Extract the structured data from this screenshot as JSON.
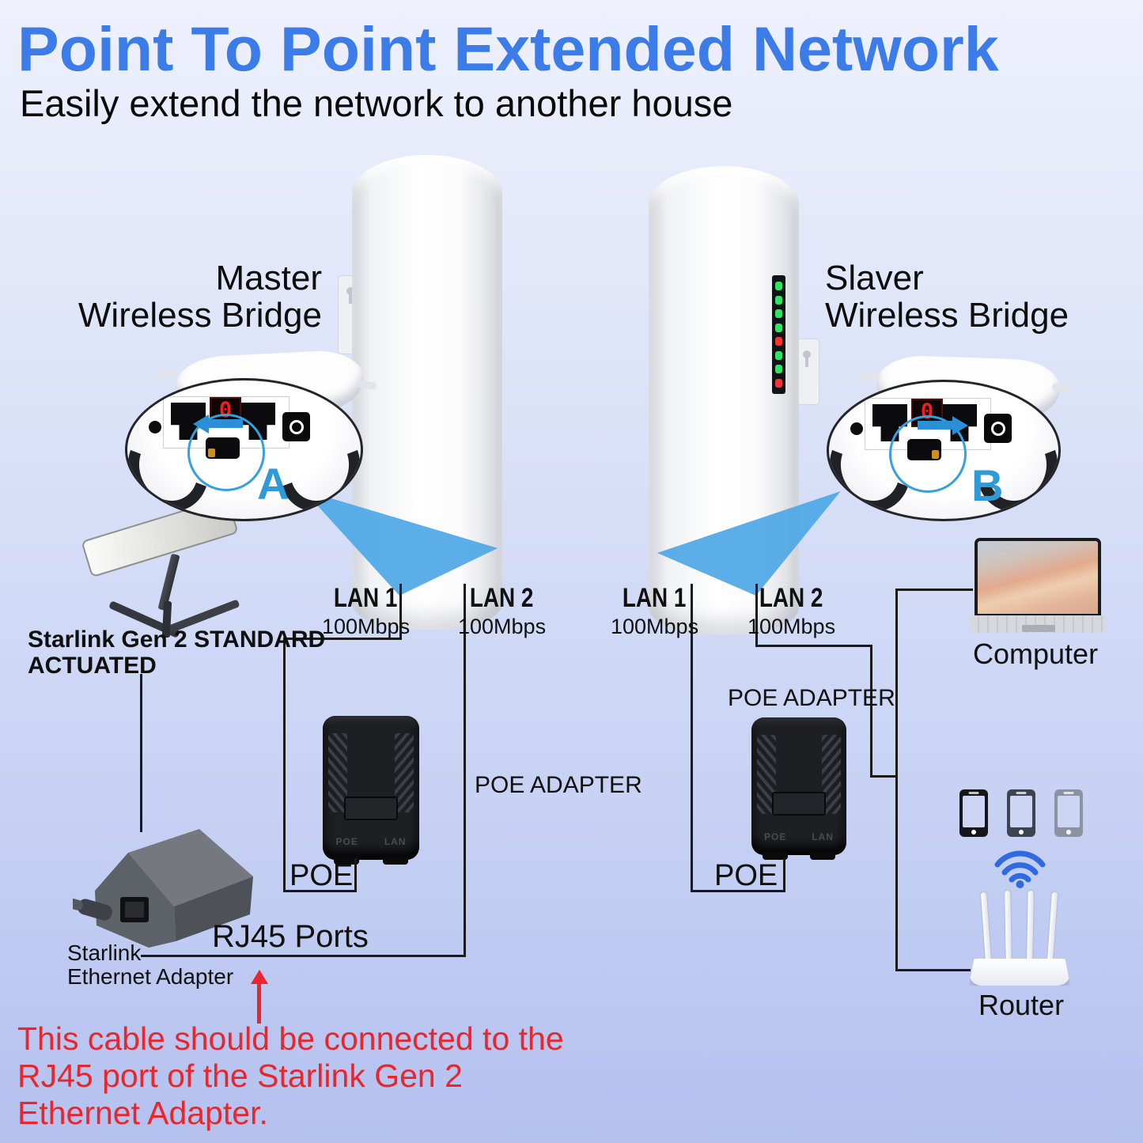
{
  "title": "Point To Point Extended Network",
  "subtitle": "Easily extend the network to another house",
  "master": {
    "line1": "Master",
    "line2": "Wireless Bridge",
    "letter": "A"
  },
  "slaver": {
    "line1": "Slaver",
    "line2": "Wireless Bridge",
    "letter": "B",
    "led_colors": [
      "#2fe463",
      "#2fe463",
      "#2fe463",
      "#2fe463",
      "#f53434",
      "#2fe463",
      "#2fe463",
      "#f53434"
    ]
  },
  "display_digit": "0",
  "lan_labels": [
    {
      "name": "LAN 1",
      "speed": "100Mbps"
    },
    {
      "name": "LAN 2",
      "speed": "100Mbps"
    },
    {
      "name": "LAN 1",
      "speed": "100Mbps"
    },
    {
      "name": "LAN 2",
      "speed": "100Mbps"
    }
  ],
  "poe": {
    "adapter_label": "POE ADAPTER",
    "port_label": "POE",
    "embossed_poe": "POE",
    "embossed_lan": "LAN"
  },
  "starlink": {
    "dish_label_line1": "Starlink Gen 2 STANDARD",
    "dish_label_line2": "ACTUATED",
    "rj45_label": "RJ45 Ports",
    "adapter_label_line1": "Starlink",
    "adapter_label_line2": "Ethernet Adapter"
  },
  "endpoints": {
    "computer_label": "Computer",
    "router_label": "Router"
  },
  "note": {
    "line1": "This cable should be connected to the",
    "line2": "RJ45 port of the Starlink Gen 2",
    "line3": "Ethernet Adapter."
  },
  "colors": {
    "title_blue": "#3b7ce8",
    "callout_blue": "#2f9ad8",
    "beam_blue": "#4da7e6",
    "note_red": "#e8262c",
    "wire_black": "#1a1a1a"
  }
}
